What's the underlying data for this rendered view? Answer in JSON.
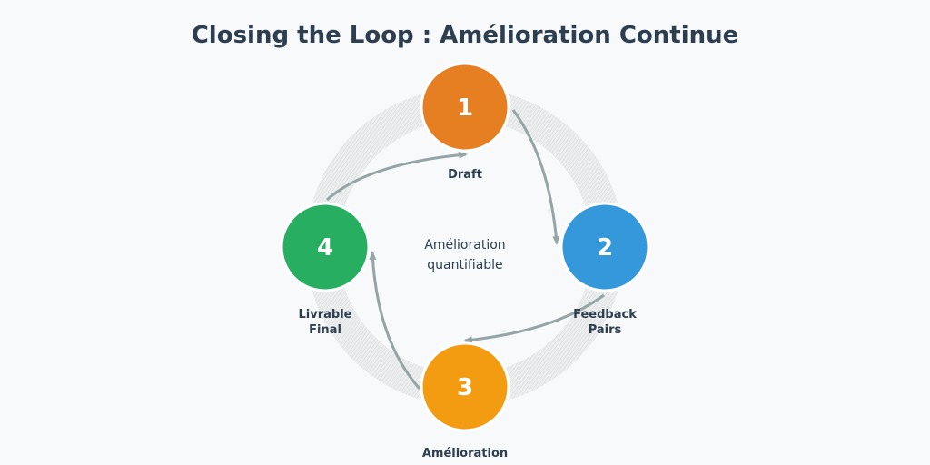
{
  "title": "Closing the Loop : Amélioration Continue",
  "center_text": [
    "Amélioration",
    "quantifiable"
  ],
  "colors": {
    "ring": "#d8dadc",
    "arrow": "#95a5a6",
    "text": "#2c3e50",
    "background": "#f7f9fb"
  },
  "steps": [
    {
      "number": "1",
      "label": [
        "Draft"
      ],
      "color": "#e67e22",
      "position": "top"
    },
    {
      "number": "2",
      "label": [
        "Feedback",
        "Pairs"
      ],
      "color": "#3498db",
      "position": "right"
    },
    {
      "number": "3",
      "label": [
        "Amélioration"
      ],
      "color": "#f39c12",
      "position": "bottom"
    },
    {
      "number": "4",
      "label": [
        "Livrable",
        "Final"
      ],
      "color": "#27ae60",
      "position": "left"
    }
  ],
  "flow": [
    {
      "from": "1",
      "to": "2"
    },
    {
      "from": "2",
      "to": "3"
    },
    {
      "from": "3",
      "to": "4"
    },
    {
      "from": "4",
      "to": "1"
    }
  ]
}
